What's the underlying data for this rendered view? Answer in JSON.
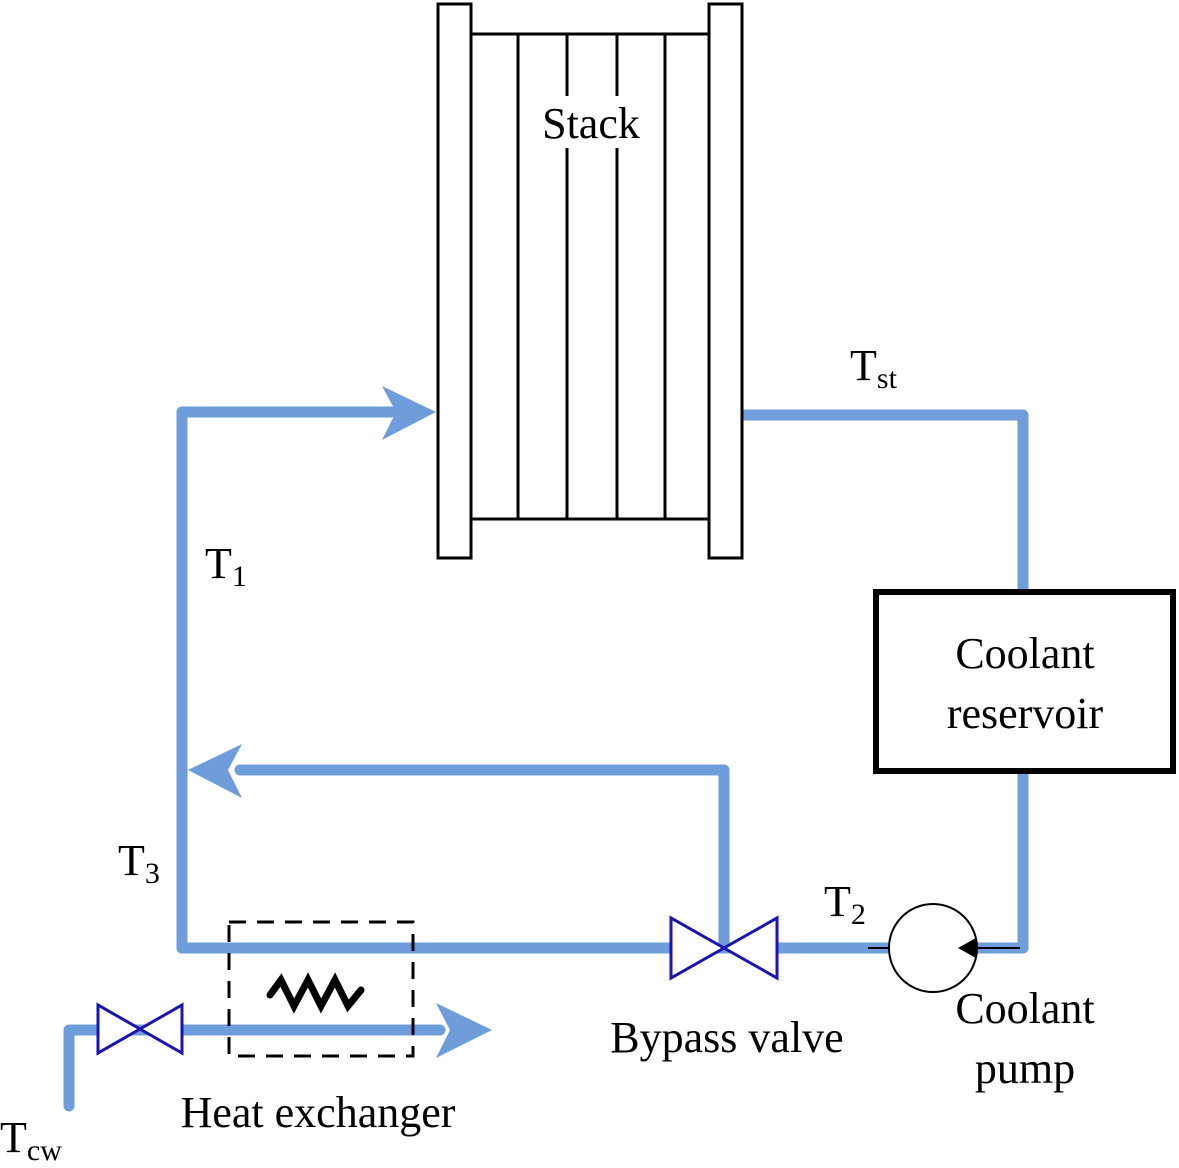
{
  "colors": {
    "pipe": "#6f9ddb",
    "valve": "#1a14b0",
    "outline": "#000000"
  },
  "labels": {
    "stack": "Stack",
    "t1": {
      "main": "T",
      "sub": "1"
    },
    "t2": {
      "main": "T",
      "sub": "2"
    },
    "t3": {
      "main": "T",
      "sub": "3"
    },
    "tst": {
      "main": "T",
      "sub": "st"
    },
    "tcw": {
      "main": "T",
      "sub": "cw"
    },
    "reservoir": [
      "Coolant",
      "reservoir"
    ],
    "pump": [
      "Coolant",
      "pump"
    ],
    "bypass": "Bypass valve",
    "heat_exchanger": "Heat exchanger"
  },
  "components": {
    "stack_cells": 5,
    "valves": [
      "bypass-valve",
      "cooling-water-valve"
    ],
    "icons": [
      "pump-icon",
      "heater-coil-icon",
      "flow-arrow-icon"
    ]
  }
}
